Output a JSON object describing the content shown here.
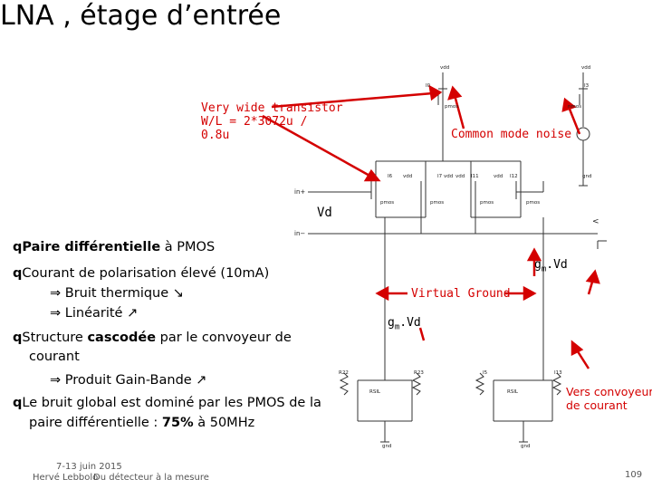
{
  "title": "LNA , étage d’entrée",
  "notes": {
    "very_wide": [
      "Very wide transistor",
      "W/L = 2*3072u /",
      "0.8u"
    ],
    "common_mode": "Common mode noise",
    "virtual_ground": "Virtual Ground",
    "gm_vd_left": "g",
    "gm_vd_left_sub": "m",
    "gm_vd_left_tail": ".Vd",
    "gm_vd_right": "g",
    "gm_vd_right_sub": "m",
    "gm_vd_right_tail": ".Vd",
    "vers_convoyeur": [
      "Vers convoyeur",
      "de courant"
    ],
    "vd": "Vd"
  },
  "bullets": {
    "b1_bold": "Paire différentielle",
    "b1_rest": " à PMOS",
    "b2": "Courant de polarisation élevé (10mA)",
    "b2a": "Bruit thermique ↘",
    "b2b": "Linéarité ↗",
    "b3_pre": "Structure ",
    "b3_bold": "cascodée",
    "b3_post": " par le convoyeur de",
    "b3_cont": "courant",
    "b3a": "Produit Gain-Bande ↗",
    "b4_pre": "Le bruit global est dominé par les PMOS de la",
    "b4_cont_pre": "paire différentielle : ",
    "b4_bold": "75%",
    "b4_post": " à 50MHz",
    "bullet_glyph": "q",
    "arrow_glyph": "⇒"
  },
  "schematic_labels": {
    "vdd_top": "vdd",
    "vdd_top2": "vdd",
    "in_plus": "in+",
    "in_minus": "in−",
    "gnd": "gnd",
    "gnd2": "gnd",
    "l6": "I6",
    "l7": "I7",
    "l11": "I11",
    "l12": "I12",
    "l0": "I0",
    "l3": "I3",
    "l5": "I5",
    "l13": "I13",
    "r22": "R22",
    "r23": "R23",
    "pmos": "pmos",
    "nmos": "nmos",
    "rsil": "RSIL",
    "vdd": "vdd",
    "vdd2": "vdd",
    "vdd3": "vdd",
    "vdd4": "vdd",
    "lt": "<"
  },
  "footer": {
    "date": "7-13 juin 2015",
    "author": "Hervé Lebbolo",
    "subtitle": "Du détecteur à la mesure",
    "page": "109"
  },
  "colors": {
    "annotation": "#d40000",
    "text": "#000000",
    "schematic": "#333333"
  }
}
